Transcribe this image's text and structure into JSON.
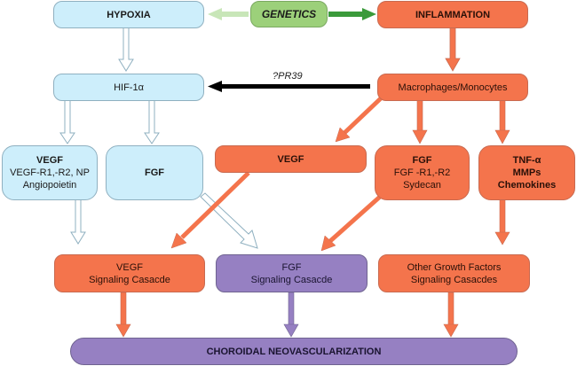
{
  "diagram": {
    "nodes": {
      "hypoxia": {
        "label": "HYPOXIA"
      },
      "genetics": {
        "label": "GENETICS"
      },
      "inflammation": {
        "label": "INFLAMMATION"
      },
      "hif": {
        "label": "HIF-1α"
      },
      "macrophages": {
        "label": "Macrophages/Monocytes"
      },
      "vegf_blue": {
        "title": "VEGF",
        "line2": "VEGF-R1,-R2, NP",
        "line3": "Angiopoietin"
      },
      "fgf_blue": {
        "title": "FGF"
      },
      "vegf_orange": {
        "title": "VEGF"
      },
      "fgf_orange": {
        "title": "FGF",
        "line2": "FGF -R1,-R2",
        "line3": "Sydecan"
      },
      "tnf": {
        "title": "TNF-α",
        "line2": "MMPs",
        "line3": "Chemokines"
      },
      "vegf_cascade": {
        "line1": "VEGF",
        "line2": "Signaling Casacde"
      },
      "fgf_cascade": {
        "line1": "FGF",
        "line2": "Signaling Casacde"
      },
      "other_cascade": {
        "line1": "Other Growth Factors",
        "line2": "Signaling Casacdes"
      },
      "cnv": {
        "label": "CHOROIDAL NEOVASCULARIZATION"
      }
    },
    "edges": [
      {
        "from": "genetics",
        "to": "hypoxia"
      },
      {
        "from": "genetics",
        "to": "inflammation"
      },
      {
        "from": "hypoxia",
        "to": "hif"
      },
      {
        "from": "inflammation",
        "to": "macrophages"
      },
      {
        "from": "macrophages",
        "to": "hif",
        "label": "?PR39"
      },
      {
        "from": "hif",
        "to": "vegf_blue"
      },
      {
        "from": "hif",
        "to": "fgf_blue"
      },
      {
        "from": "macrophages",
        "to": "vegf_orange"
      },
      {
        "from": "macrophages",
        "to": "fgf_orange"
      },
      {
        "from": "macrophages",
        "to": "tnf"
      },
      {
        "from": "vegf_blue",
        "to": "vegf_cascade"
      },
      {
        "from": "fgf_blue",
        "to": "fgf_cascade"
      },
      {
        "from": "vegf_orange",
        "to": "vegf_cascade"
      },
      {
        "from": "fgf_orange",
        "to": "fgf_cascade"
      },
      {
        "from": "tnf",
        "to": "other_cascade"
      },
      {
        "from": "vegf_cascade",
        "to": "cnv"
      },
      {
        "from": "fgf_cascade",
        "to": "cnv"
      },
      {
        "from": "other_cascade",
        "to": "cnv"
      }
    ],
    "edge_label_pr39": "?PR39"
  },
  "colors": {
    "blue": "#cdeefb",
    "orange": "#f4744c",
    "purple": "#9680c2",
    "green": "#9cd07a",
    "dark_green": "#3a9a3a",
    "light_green": "#c8e6b8",
    "black": "#000000"
  }
}
